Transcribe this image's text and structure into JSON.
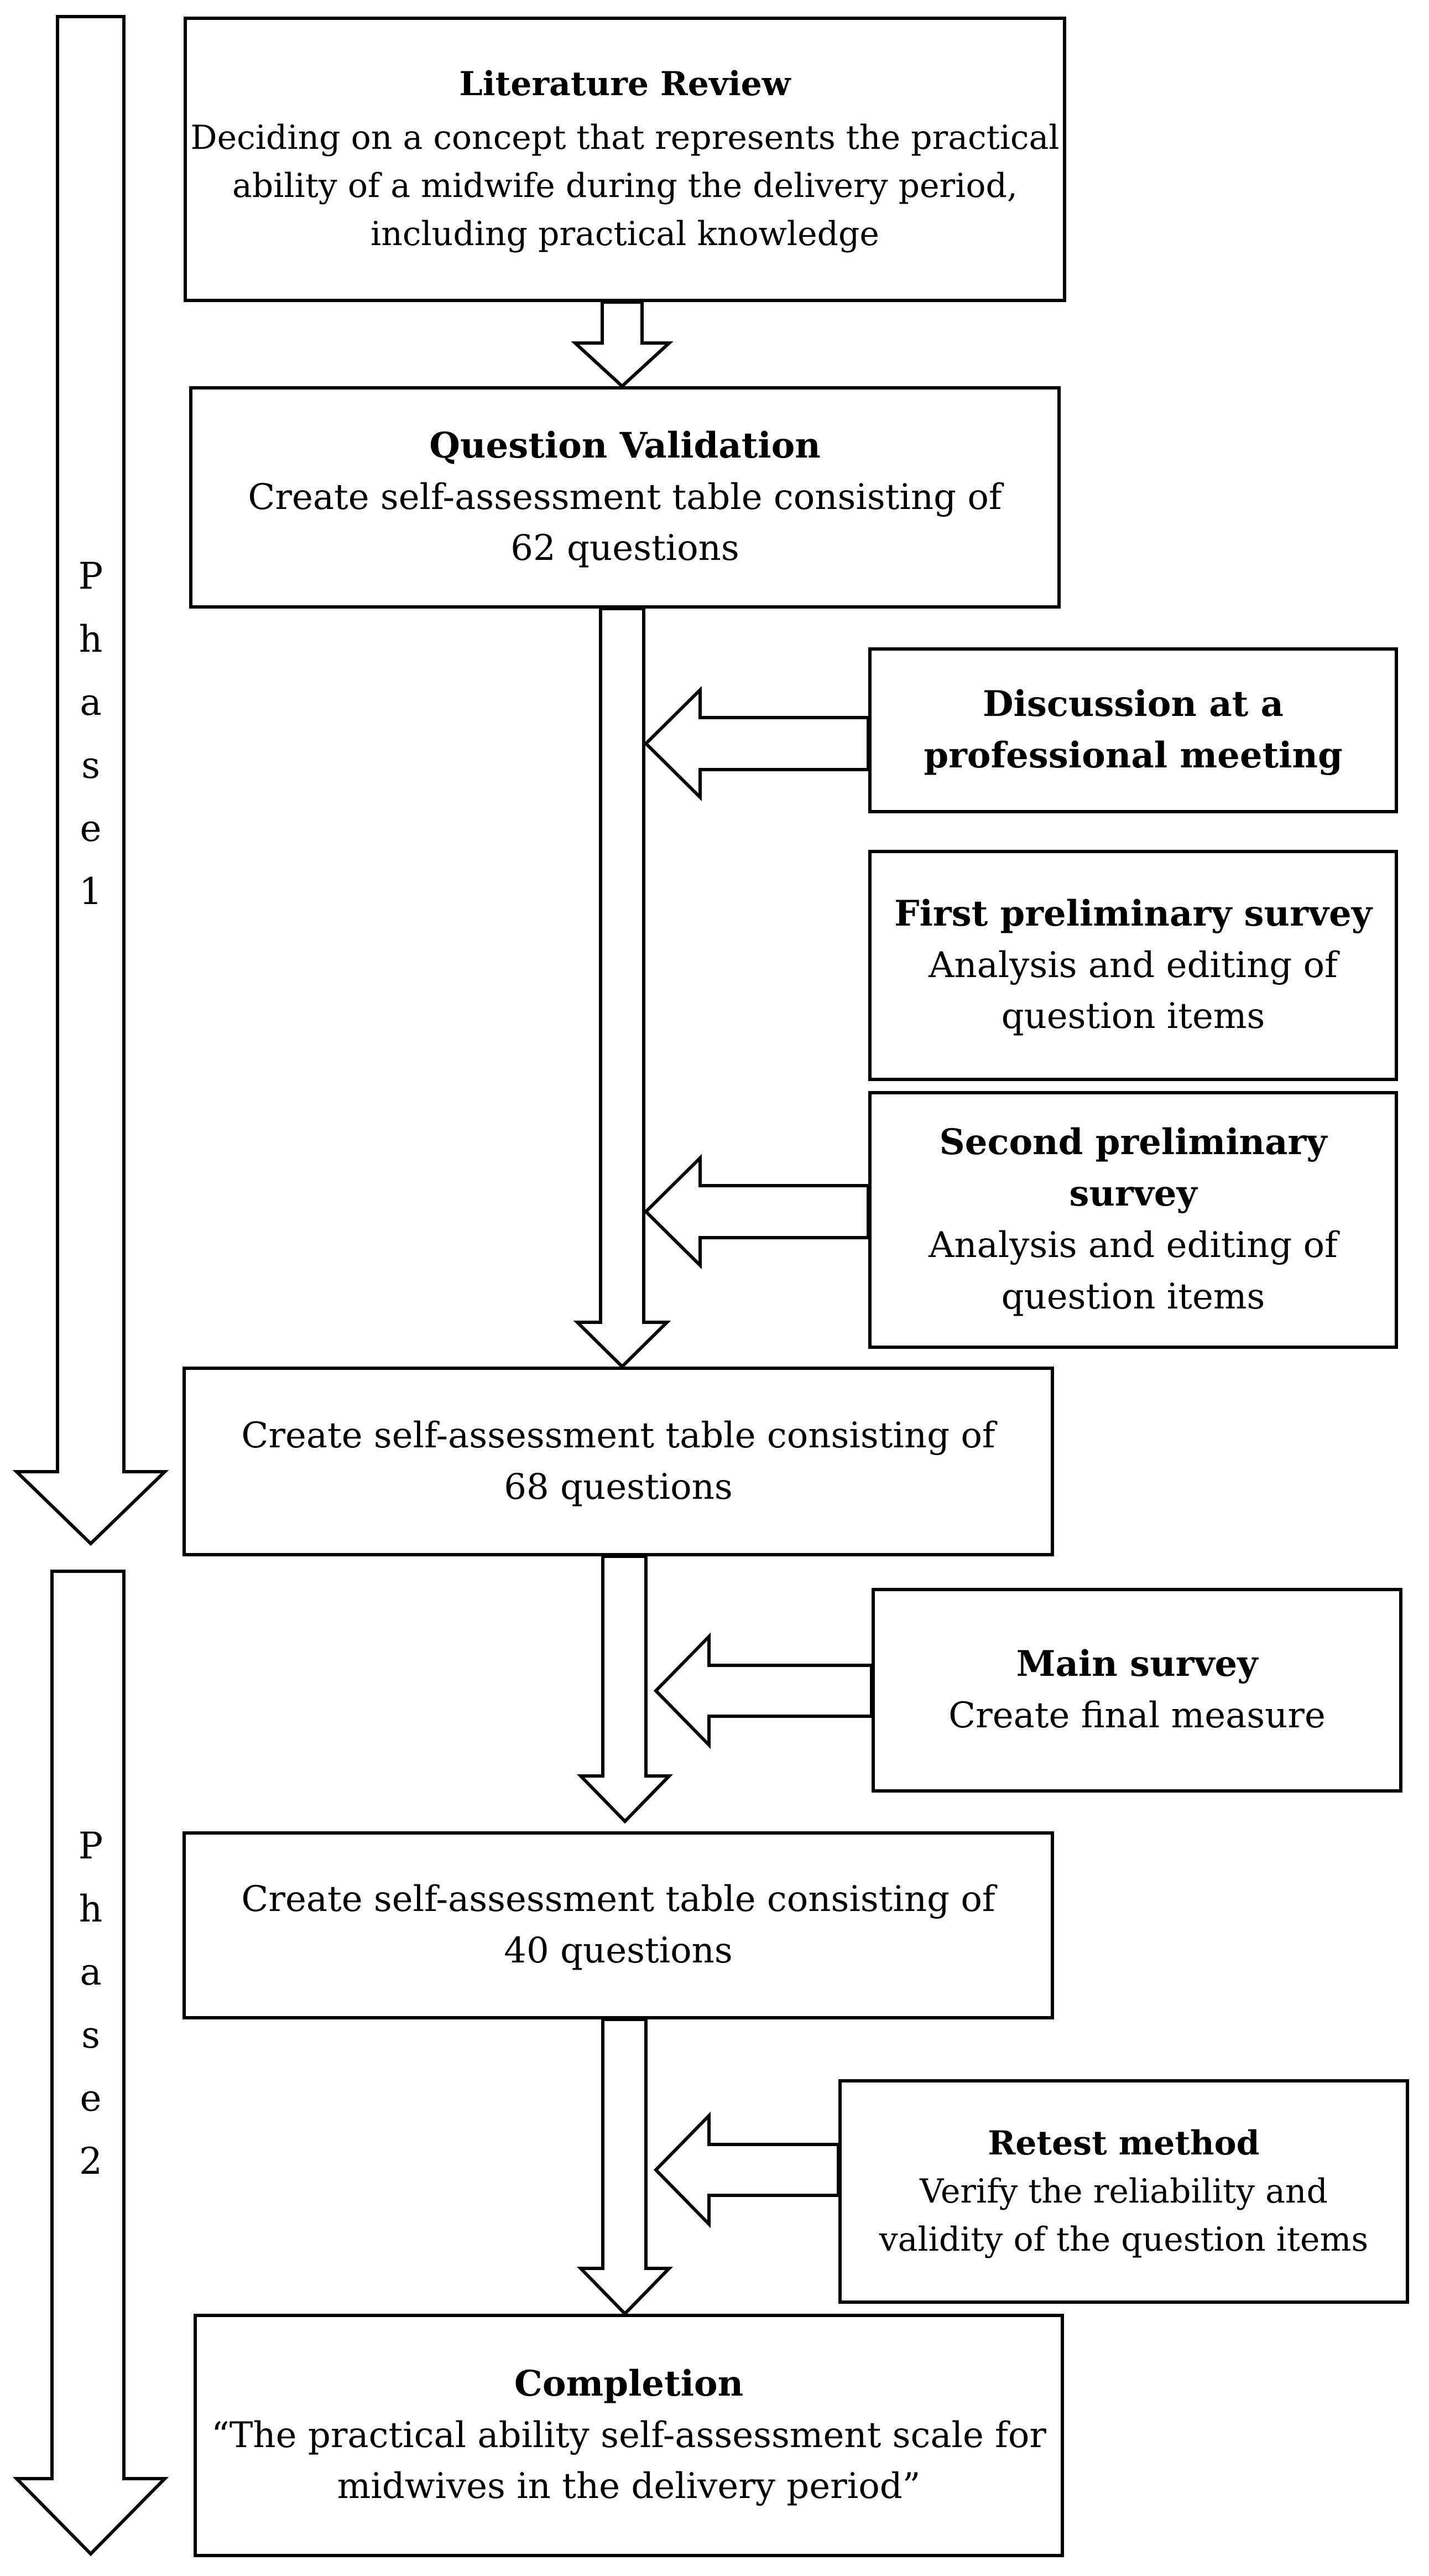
{
  "phases": [
    {
      "letters": [
        "P",
        "h",
        "a",
        "s",
        "e",
        "1"
      ]
    },
    {
      "letters": [
        "P",
        "h",
        "a",
        "s",
        "e",
        "2"
      ]
    }
  ],
  "boxes": {
    "literature_review": {
      "title": "Literature Review",
      "lines": [
        "Deciding on a concept that represents the practical",
        "ability of a midwife during the delivery period,",
        "including practical knowledge"
      ]
    },
    "question_validation": {
      "title": "Question Validation",
      "lines": [
        "Create self-assessment table consisting of",
        "62 questions"
      ]
    },
    "discussion": {
      "title_lines": [
        "Discussion at a",
        "professional meeting"
      ]
    },
    "first_survey": {
      "title": "First preliminary survey",
      "lines": [
        "Analysis and editing of",
        "question items"
      ]
    },
    "second_survey": {
      "title_lines": [
        "Second preliminary",
        "survey"
      ],
      "lines": [
        "Analysis and editing of",
        "question items"
      ]
    },
    "table_68": {
      "lines": [
        "Create self-assessment table consisting of",
        "68 questions"
      ]
    },
    "main_survey": {
      "title": "Main survey",
      "lines": [
        "Create final measure"
      ]
    },
    "table_40": {
      "lines": [
        "Create self-assessment table consisting of",
        "40 questions"
      ]
    },
    "retest": {
      "title": "Retest method",
      "lines": [
        "Verify the reliability and",
        "validity of the question items"
      ]
    },
    "completion": {
      "title": "Completion",
      "lines": [
        "“The practical ability self-assessment scale for",
        "midwives in the delivery period”"
      ]
    }
  }
}
